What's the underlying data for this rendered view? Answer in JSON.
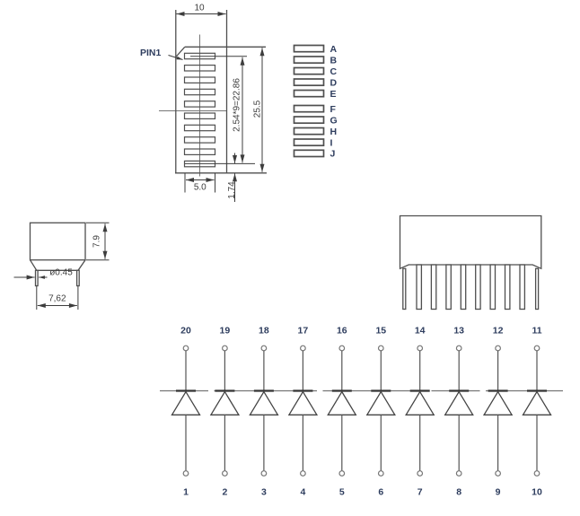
{
  "drawing": {
    "colors": {
      "bg": "#ffffff",
      "line": "#4f4f4f",
      "line_soft": "#767676",
      "label": "#2e3d5e",
      "dim": "#3d3d3d"
    },
    "front_view": {
      "pin1_label": "PIN1",
      "dim_width": "10",
      "dim_height": "25.5",
      "dim_pitch": "2.54*9=22.86",
      "dim_seg_width": "5.0",
      "dim_seg_offset": "1.74",
      "segment_count": 10
    },
    "segment_legend": {
      "labels": [
        "A",
        "B",
        "C",
        "D",
        "E",
        "F",
        "G",
        "H",
        "I",
        "J"
      ]
    },
    "side_view": {
      "dim_body_height": "7.9",
      "dim_pin_diameter": "ø0.45",
      "dim_pin_span": "7,62"
    },
    "package_view": {
      "pin_count": 10
    },
    "schematic": {
      "diode_count": 10,
      "top_pins": [
        "20",
        "19",
        "18",
        "17",
        "16",
        "15",
        "14",
        "13",
        "12",
        "11"
      ],
      "bottom_pins": [
        "1",
        "2",
        "3",
        "4",
        "5",
        "6",
        "7",
        "8",
        "9",
        "10"
      ]
    }
  }
}
